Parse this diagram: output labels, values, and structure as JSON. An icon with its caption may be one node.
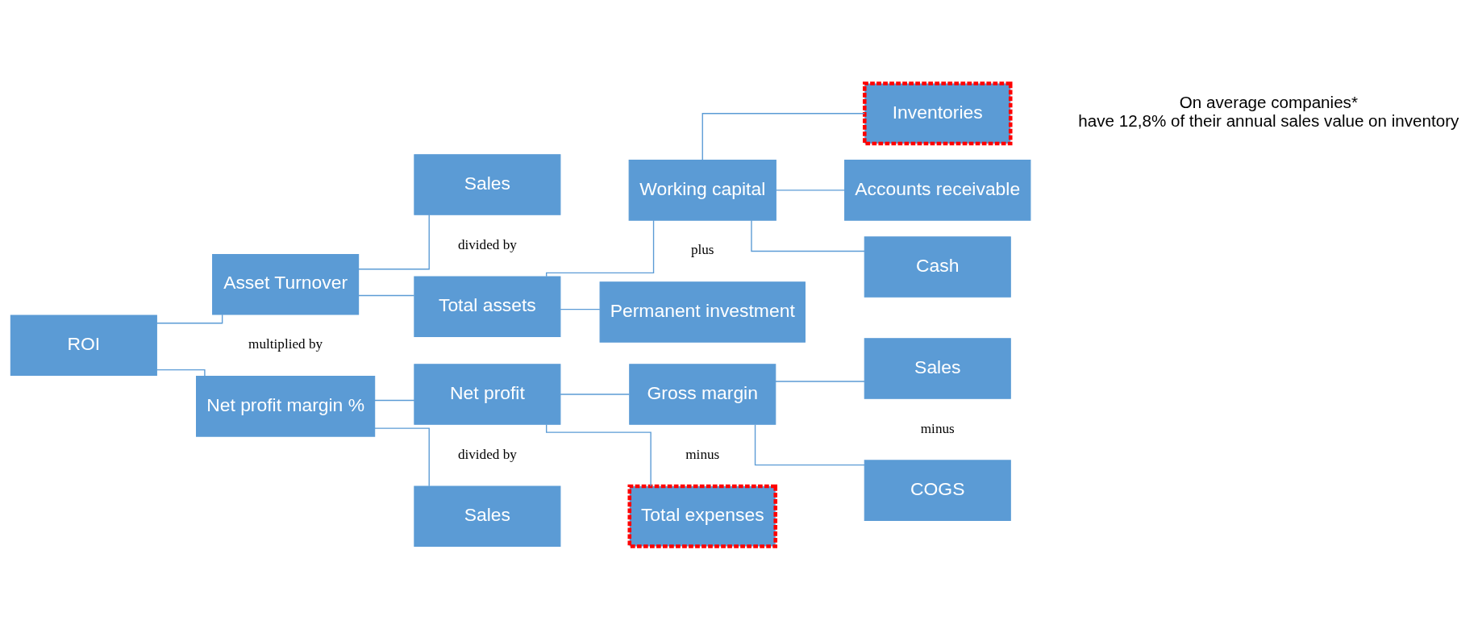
{
  "diagram": {
    "nodes": [
      {
        "text": [
          "ROI"
        ]
      },
      {
        "text": [
          "Asset Turnover"
        ]
      },
      {
        "text": [
          "Net profit margin %"
        ]
      },
      {
        "text": [
          "Sales"
        ]
      },
      {
        "text": [
          "Total assets"
        ]
      },
      {
        "text": [
          "Working capital"
        ]
      },
      {
        "text": [
          "Permanent investment"
        ]
      },
      {
        "text": [
          "Inventories"
        ]
      },
      {
        "text": [
          "Accounts receivable"
        ]
      },
      {
        "text": [
          "Cash"
        ]
      },
      {
        "text": [
          "Net profit"
        ]
      },
      {
        "text": [
          "Sales"
        ]
      },
      {
        "text": [
          "Gross margin"
        ]
      },
      {
        "text": [
          "Total expenses"
        ]
      },
      {
        "text": [
          "Sales"
        ]
      },
      {
        "text": [
          "COGS"
        ]
      }
    ],
    "edges": [
      {
        "from": 0,
        "to": 1,
        "arrow": "none"
      },
      {
        "from": 0,
        "to": 2,
        "arrow": "none"
      },
      {
        "from": 1,
        "to": 3,
        "arrow": "none"
      },
      {
        "from": 1,
        "to": 4,
        "arrow": "none"
      },
      {
        "from": 4,
        "to": 5,
        "arrow": "none"
      },
      {
        "from": 4,
        "to": 6,
        "arrow": "none"
      },
      {
        "from": 5,
        "to": 7,
        "arrow": "none"
      },
      {
        "from": 5,
        "to": 8,
        "arrow": "none"
      },
      {
        "from": 5,
        "to": 9,
        "arrow": "none"
      },
      {
        "from": 2,
        "to": 10,
        "arrow": "none"
      },
      {
        "from": 2,
        "to": 11,
        "arrow": "none"
      },
      {
        "from": 10,
        "to": 12,
        "arrow": "none"
      },
      {
        "from": 10,
        "to": 13,
        "arrow": "none"
      },
      {
        "from": 12,
        "to": 14,
        "arrow": "none"
      },
      {
        "from": 12,
        "to": 15,
        "arrow": "none"
      }
    ],
    "labels": [
      "On average companies* have 12,8% of their annual sales value on inventory",
      "divided by",
      "plus",
      "multiplied by",
      "minus",
      "minus",
      "divided by"
    ]
  }
}
